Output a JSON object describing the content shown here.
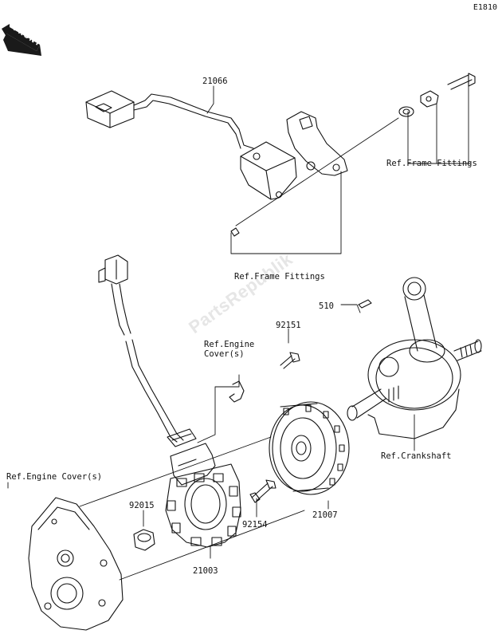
{
  "diagram_code": "E1810",
  "front_arrow": {
    "label": "FRONT",
    "icon": "front-direction-arrow-icon"
  },
  "watermark": "PartsRepublik",
  "callouts": [
    {
      "id": "21066",
      "text": "21066"
    },
    {
      "id": "ref-frame-fittings-right",
      "text": "Ref.Frame Fittings"
    },
    {
      "id": "ref-frame-fittings-center",
      "text": "Ref.Frame Fittings"
    },
    {
      "id": "510",
      "text": "510"
    },
    {
      "id": "92151",
      "text": "92151"
    },
    {
      "id": "ref-engine-covers-upper",
      "text": "Ref.Engine\nCover(s)"
    },
    {
      "id": "ref-engine-covers-left",
      "text": "Ref.Engine Cover(s)"
    },
    {
      "id": "92015",
      "text": "92015"
    },
    {
      "id": "92154",
      "text": "92154"
    },
    {
      "id": "21007",
      "text": "21007"
    },
    {
      "id": "21003",
      "text": "21003"
    },
    {
      "id": "ref-crankshaft",
      "text": "Ref.Crankshaft"
    }
  ],
  "parts": [
    {
      "id": "21066",
      "icon": "regulator-rectifier-icon"
    },
    {
      "id": "ref-frame-fittings",
      "icon": "mounting-bracket-icon"
    },
    {
      "id": "510",
      "icon": "woodruff-key-icon"
    },
    {
      "id": "92151",
      "icon": "bolt-icon"
    },
    {
      "id": "21007",
      "icon": "flywheel-rotor-icon"
    },
    {
      "id": "21003",
      "icon": "stator-coil-icon"
    },
    {
      "id": "92015",
      "icon": "nut-icon"
    },
    {
      "id": "92154",
      "icon": "bolt-icon"
    },
    {
      "id": "ref-crankshaft",
      "icon": "crankshaft-icon"
    },
    {
      "id": "ref-engine-covers",
      "icon": "engine-cover-icon"
    }
  ]
}
